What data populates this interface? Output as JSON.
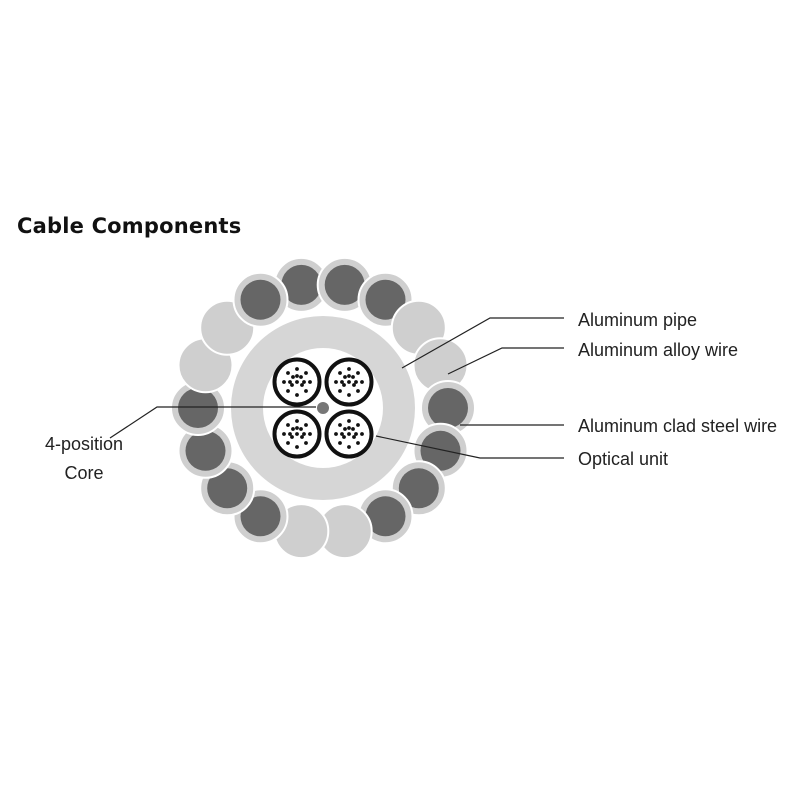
{
  "title": "Cable Components",
  "labels": {
    "aluminum_pipe": "Aluminum pipe",
    "aluminum_alloy_wire": "Aluminum alloy wire",
    "aluminum_clad_steel_wire": "Aluminum clad steel wire",
    "optical_unit": "Optical unit",
    "core_line1": "4-position",
    "core_line2": "Core"
  },
  "colors": {
    "alloy_wire": "#cfcfcf",
    "steel_wire_core": "#666666",
    "steel_wire_clad": "#cfcfcf",
    "pipe": "#d6d6d6",
    "optical_unit_ring": "#111111",
    "fiber_dot": "#111111",
    "center_member": "#777777",
    "leader_line": "#222222"
  },
  "outer_wires": [
    "steel",
    "steel",
    "steel",
    "alloy",
    "alloy",
    "steel",
    "steel",
    "steel",
    "steel",
    "alloy",
    "alloy",
    "steel",
    "steel",
    "steel",
    "steel",
    "alloy",
    "alloy",
    "steel"
  ],
  "optical_units": [
    {
      "fibers": 16
    },
    {
      "fibers": 16
    },
    {
      "fibers": 16
    },
    {
      "fibers": 16
    }
  ]
}
